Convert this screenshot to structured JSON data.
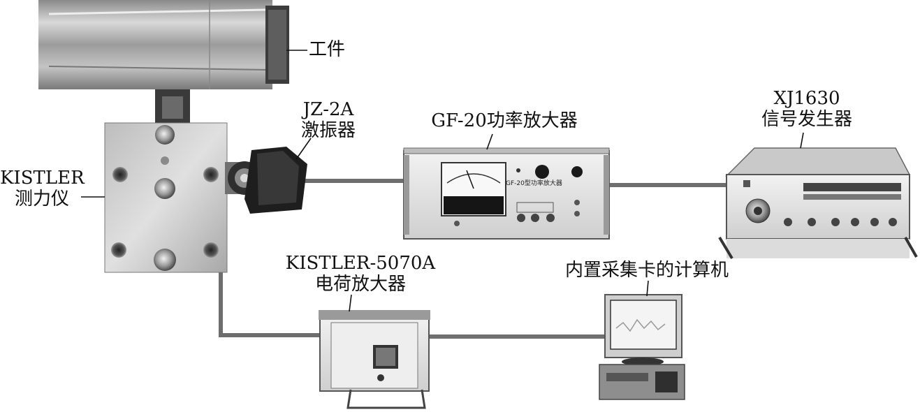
{
  "labels": {
    "workpiece": "工件",
    "dynamometer_line1": "KISTLER",
    "dynamometer_line2": "测力仪",
    "exciter_line1": "JZ-2A",
    "exciter_line2": "激振器",
    "power_amp": "GF-20功率放大器",
    "sig_gen_line1": "XJ1630",
    "sig_gen_line2": "信号发生器",
    "charge_amp_line1": "KISTLER-5070A",
    "charge_amp_line2": "电荷放大器",
    "computer": "内置采集卡的计算机"
  },
  "panel_text": {
    "power_amp_face": "GF-20型功率放大器"
  },
  "colors": {
    "cable": "#6e6e6e",
    "metal_light": "#d6d6d6",
    "metal_dark": "#5a5a5a",
    "device_body": "#e6e6e6",
    "meter_black": "#151515"
  }
}
